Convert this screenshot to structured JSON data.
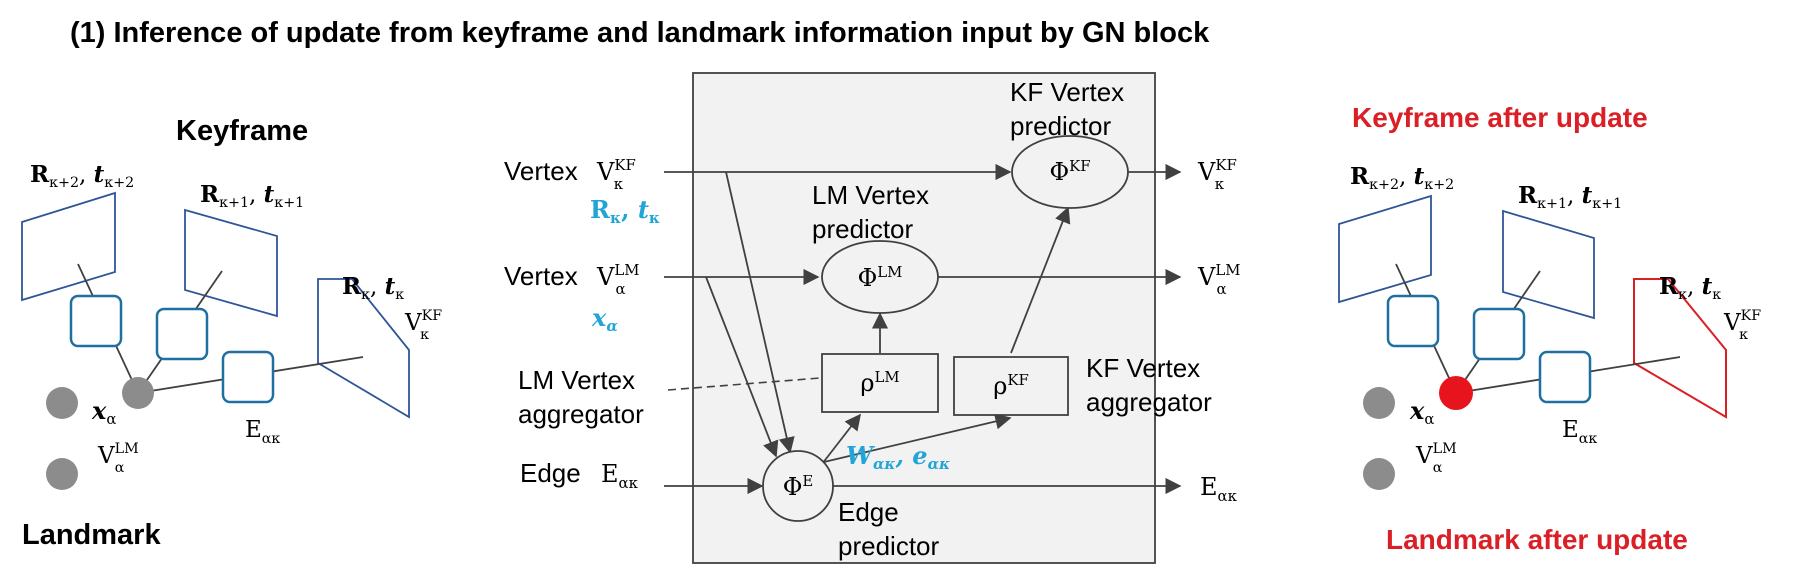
{
  "title": "(1) Inference of update from keyframe and landmark information input by GN block",
  "left": {
    "heading_keyframe": "Keyframe",
    "heading_landmark": "Landmark",
    "frame_k2": {
      "R": "R",
      "R_sub": "κ+2",
      "sep": ", ",
      "t": "t",
      "t_sub": "κ+2"
    },
    "frame_k1": {
      "R": "R",
      "R_sub": "κ+1",
      "sep": ", ",
      "t": "t",
      "t_sub": "κ+1"
    },
    "frame_k": {
      "R": "R",
      "R_sub": "κ",
      "sep": ", ",
      "t": "t",
      "t_sub": "κ"
    },
    "v_kf": {
      "base": "V",
      "sup": "KF",
      "sub": "κ"
    },
    "x_alpha": {
      "base": "x",
      "sub": "α"
    },
    "v_lm": {
      "base": "V",
      "sup": "LM",
      "sub": "α"
    },
    "edge": {
      "base": "E",
      "sub": "ακ"
    }
  },
  "center": {
    "vertex_kf_label": "Vertex",
    "vertex_kf_sym": {
      "base": "V",
      "sup": "KF",
      "sub": "κ"
    },
    "vertex_kf_attr": {
      "R": "R",
      "R_sub": "κ",
      "sep": ", ",
      "t": "t",
      "t_sub": "κ"
    },
    "vertex_lm_label": "Vertex",
    "vertex_lm_sym": {
      "base": "V",
      "sup": "LM",
      "sub": "α"
    },
    "vertex_lm_attr": {
      "base": "x",
      "sub": "α"
    },
    "lm_aggregator_line1": "LM Vertex",
    "lm_aggregator_line2": "aggregator",
    "edge_label": "Edge",
    "edge_sym": {
      "base": "E",
      "sub": "ακ"
    },
    "kf_predictor_line1": "KF Vertex",
    "kf_predictor_line2": "predictor",
    "lm_predictor_line1": "LM Vertex",
    "lm_predictor_line2": "predictor",
    "kf_aggregator_line1": "KF Vertex",
    "kf_aggregator_line2": "aggregator",
    "edge_predictor_line1": "Edge",
    "edge_predictor_line2": "predictor",
    "phi_kf": {
      "base": "Φ",
      "sup": "KF"
    },
    "phi_lm": {
      "base": "Φ",
      "sup": "LM"
    },
    "phi_e": {
      "base": "Φ",
      "sup": "E"
    },
    "rho_lm": {
      "base": "ρ",
      "sup": "LM"
    },
    "rho_kf": {
      "base": "ρ",
      "sup": "KF"
    },
    "edge_attr": {
      "W": "W",
      "W_sub": "ακ",
      "sep": ", ",
      "e": "e",
      "e_sub": "ακ"
    },
    "out_kf": {
      "base": "V",
      "sup": "KF",
      "sub": "κ"
    },
    "out_lm": {
      "base": "V",
      "sup": "LM",
      "sub": "α"
    },
    "out_edge": {
      "base": "E",
      "sub": "ακ"
    }
  },
  "right": {
    "heading_keyframe": "Keyframe after update",
    "heading_landmark": "Landmark after update",
    "frame_k2": {
      "R": "R",
      "R_sub": "κ+2",
      "sep": ", ",
      "t": "t",
      "t_sub": "κ+2"
    },
    "frame_k1": {
      "R": "R",
      "R_sub": "κ+1",
      "sep": ", ",
      "t": "t",
      "t_sub": "κ+1"
    },
    "frame_k": {
      "R": "R",
      "R_sub": "κ",
      "sep": ", ",
      "t": "t",
      "t_sub": "κ"
    },
    "v_kf": {
      "base": "V",
      "sup": "KF",
      "sub": "κ"
    },
    "x_alpha": {
      "base": "x",
      "sub": "α"
    },
    "v_lm": {
      "base": "V",
      "sup": "LM",
      "sub": "α"
    },
    "edge": {
      "base": "E",
      "sub": "ακ"
    }
  },
  "colors": {
    "frame_blue": "#2F5597",
    "node_blue": "#1F6FA0",
    "accent_cyan": "#22A5D6",
    "update_red": "#DA1F26",
    "landmark_gray": "#8C8C8C",
    "box_fill": "#F2F2F2",
    "line_dark": "#404040"
  }
}
